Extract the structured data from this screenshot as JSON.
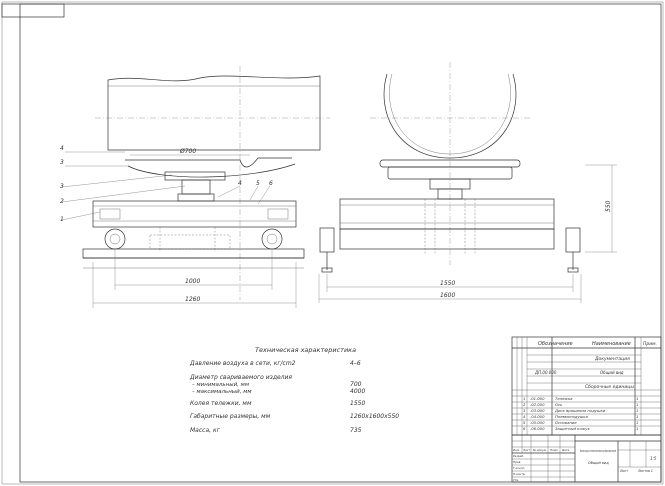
{
  "drawing": {
    "dimensions": {
      "top_left": "Ø700",
      "bottom_left_inner": "1000",
      "bottom_left_outer": "1260",
      "bottom_right_inner": "1550",
      "bottom_right_outer": "1600",
      "height_right": "550"
    },
    "callouts": [
      "1",
      "2",
      "3",
      "4",
      "5",
      "6"
    ]
  },
  "specs": {
    "title": "Техническая характеристика",
    "rows": [
      {
        "label": "Давление воздуха в сети, кг/cm2",
        "value": "4–6"
      },
      {
        "label": "Диаметр свариваемого изделия",
        "value": ""
      },
      {
        "label": "– минимальный, мм",
        "value": "700"
      },
      {
        "label": "– максимальный, мм",
        "value": "4000"
      },
      {
        "label": "Колея тележки, мм",
        "value": "1550"
      },
      {
        "label": "Габаритные размеры, мм",
        "value": "1260x1600x550"
      },
      {
        "label": "Масса, кг",
        "value": "735"
      }
    ]
  },
  "bom": {
    "headers": {
      "designation": "Обозначение",
      "name": "Наименование",
      "note": "Прим."
    },
    "sections": {
      "documentation": "Документация",
      "assembly": "Сборочные единицы"
    },
    "doc_row": {
      "designation": "ДП.00.000",
      "name": "Общий вид"
    },
    "rows": [
      {
        "pos": "1",
        "designation": ".01.000",
        "name": "Тележка",
        "qty": "1"
      },
      {
        "pos": "2",
        "designation": ".02.000",
        "name": "Ось",
        "qty": "1"
      },
      {
        "pos": "3",
        "designation": ".03.000",
        "name": "Диск вращения подушки",
        "qty": "1"
      },
      {
        "pos": "4",
        "designation": ".04.000",
        "name": "Пневмоподушка",
        "qty": "1"
      },
      {
        "pos": "5",
        "designation": ".05.000",
        "name": "Основание",
        "qty": "1"
      },
      {
        "pos": "6",
        "designation": ".06.000",
        "name": "Защитный кожух",
        "qty": "1"
      }
    ]
  },
  "title_block": {
    "title": "Флюсовая подушка с пневматическим зажимом для сборки-сварки изделий",
    "subtitle": "Общий вид",
    "scale": "1:5",
    "roles": [
      "Разраб.",
      "Пров.",
      "Т.контр.",
      "Н.контр.",
      "Утв."
    ],
    "headers": [
      "Изм.",
      "Лист",
      "№ докум.",
      "Подп.",
      "Дата"
    ],
    "sheet_label": "Лист",
    "sheets_label": "Листов 1"
  }
}
